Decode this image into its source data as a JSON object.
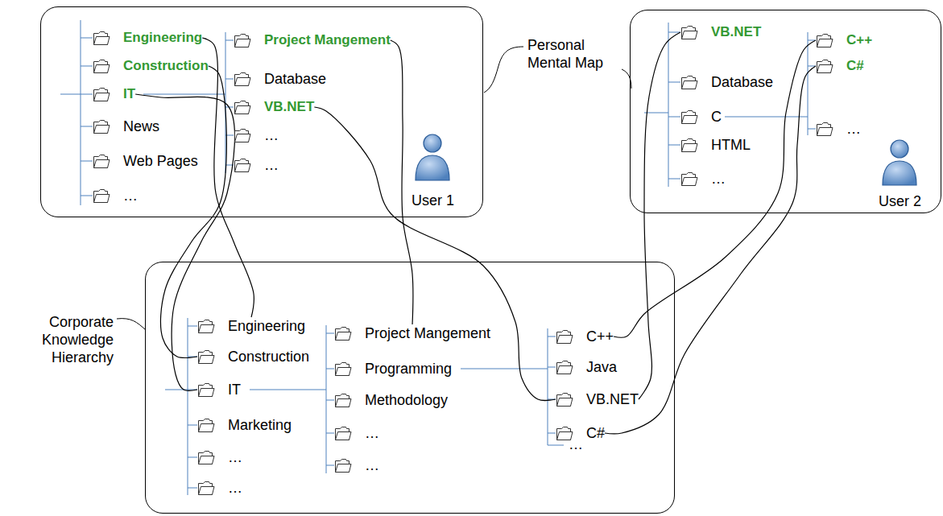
{
  "diagram": {
    "nodes": [
      {
        "text": [
          "User 1"
        ]
      },
      {
        "text": [
          "Engineering"
        ],
        "in": 0
      },
      {
        "text": [
          "Construction"
        ],
        "in": 0
      },
      {
        "text": [
          "IT"
        ],
        "in": 0
      },
      {
        "text": [
          "News"
        ],
        "in": 0
      },
      {
        "text": [
          "Web Pages"
        ],
        "in": 0
      },
      {
        "text": [
          "…"
        ],
        "in": 0
      },
      {
        "text": [
          "Project Mangement"
        ],
        "in": 0
      },
      {
        "text": [
          "Database"
        ],
        "in": 0
      },
      {
        "text": [
          "VB.NET"
        ],
        "in": 0
      },
      {
        "text": [
          "…"
        ],
        "in": 0
      },
      {
        "text": [
          "…"
        ],
        "in": 0
      },
      {
        "text": [
          "User 2"
        ]
      },
      {
        "text": [
          "VB.NET"
        ],
        "in": 12
      },
      {
        "text": [
          "Database"
        ],
        "in": 12
      },
      {
        "text": [
          "C"
        ],
        "in": 12
      },
      {
        "text": [
          "HTML"
        ],
        "in": 12
      },
      {
        "text": [
          "…"
        ],
        "in": 12
      },
      {
        "text": [
          "C++"
        ],
        "in": 12
      },
      {
        "text": [
          "C#"
        ],
        "in": 12
      },
      {
        "text": [
          "…"
        ],
        "in": 12
      },
      {
        "text": [
          "Corporate Knowledge Hierarchy"
        ]
      },
      {
        "text": [
          "Engineering"
        ],
        "in": 21
      },
      {
        "text": [
          "Construction"
        ],
        "in": 21
      },
      {
        "text": [
          "IT"
        ],
        "in": 21
      },
      {
        "text": [
          "Marketing"
        ],
        "in": 21
      },
      {
        "text": [
          "…"
        ],
        "in": 21
      },
      {
        "text": [
          "…"
        ],
        "in": 21
      },
      {
        "text": [
          "Project Mangement"
        ],
        "in": 21
      },
      {
        "text": [
          "Programming"
        ],
        "in": 21
      },
      {
        "text": [
          "Methodology"
        ],
        "in": 21
      },
      {
        "text": [
          "…"
        ],
        "in": 21
      },
      {
        "text": [
          "…"
        ],
        "in": 21
      },
      {
        "text": [
          "C++"
        ],
        "in": 21
      },
      {
        "text": [
          "Java"
        ],
        "in": 21
      },
      {
        "text": [
          "VB.NET"
        ],
        "in": 21
      },
      {
        "text": [
          "C#"
        ],
        "in": 21
      }
    ],
    "edges": [
      {
        "from": 1,
        "to": 22,
        "arrow": "none"
      },
      {
        "from": 2,
        "to": 23,
        "arrow": "none"
      },
      {
        "from": 3,
        "to": 24,
        "arrow": "none"
      },
      {
        "from": 7,
        "to": 28,
        "arrow": "none"
      },
      {
        "from": 9,
        "to": 35,
        "arrow": "none"
      },
      {
        "from": 13,
        "to": 35,
        "arrow": "none"
      },
      {
        "from": 18,
        "to": 33,
        "arrow": "none"
      },
      {
        "from": 19,
        "to": 36,
        "arrow": "none"
      }
    ],
    "labels": [
      "Personal Mental Map",
      "…"
    ]
  }
}
